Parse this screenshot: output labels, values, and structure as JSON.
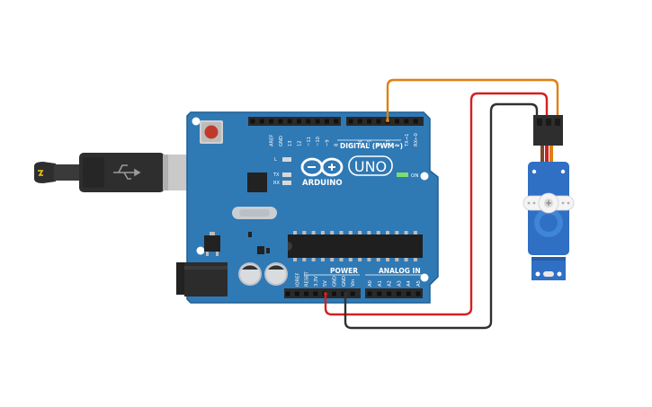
{
  "board": {
    "logo_text": "ARDUINO",
    "model": "UNO",
    "digital_header_label": "DIGITAL (PWM~)",
    "power_header_label": "POWER",
    "analog_header_label": "ANALOG IN",
    "on_label": "ON",
    "led_labels": {
      "l": "L",
      "tx": "TX",
      "rx": "RX"
    },
    "digital_pins": [
      "AREF",
      "GND",
      "13",
      "12",
      "~11",
      "~10",
      "~9",
      "8",
      "7",
      "~6",
      "~5",
      "4",
      "~3",
      "2",
      "TX→1",
      "RX←0"
    ],
    "power_pins": [
      "IOREF",
      "RESET",
      "3.3V",
      "5V",
      "GND",
      "GND",
      "Vin"
    ],
    "analog_pins": [
      "A0",
      "A1",
      "A2",
      "A3",
      "A4",
      "A5"
    ]
  },
  "colors": {
    "board": "#2f79b5",
    "board_dark": "#1f5f94",
    "header": "#2a2a2a",
    "wire_signal": "#e07f10",
    "wire_power": "#d32020",
    "wire_ground": "#303030",
    "servo_body": "#2f6fc4",
    "usb_cable": "#2e2e2e"
  },
  "components": {
    "usb_cable": "usb-cable",
    "servo": "micro-servo"
  }
}
